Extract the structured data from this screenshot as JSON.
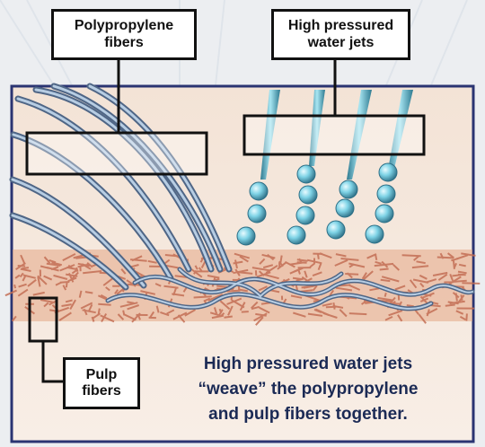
{
  "labels": {
    "polypropylene": [
      "Polypropylene",
      "fibers"
    ],
    "water_jets": [
      "High pressured",
      "water jets"
    ],
    "pulp": [
      "Pulp",
      "fibers"
    ]
  },
  "caption": [
    "High pressured water jets",
    "“weave” the polypropylene",
    "and pulp fibers together."
  ],
  "colors": {
    "frame": "#2a3472",
    "panel": "#f6e6da",
    "pulp_fiber": "#c8765b",
    "poly_fiber": "#8aa6c4",
    "water": "#6cc6dc",
    "caption_text": "#1b2a55"
  }
}
